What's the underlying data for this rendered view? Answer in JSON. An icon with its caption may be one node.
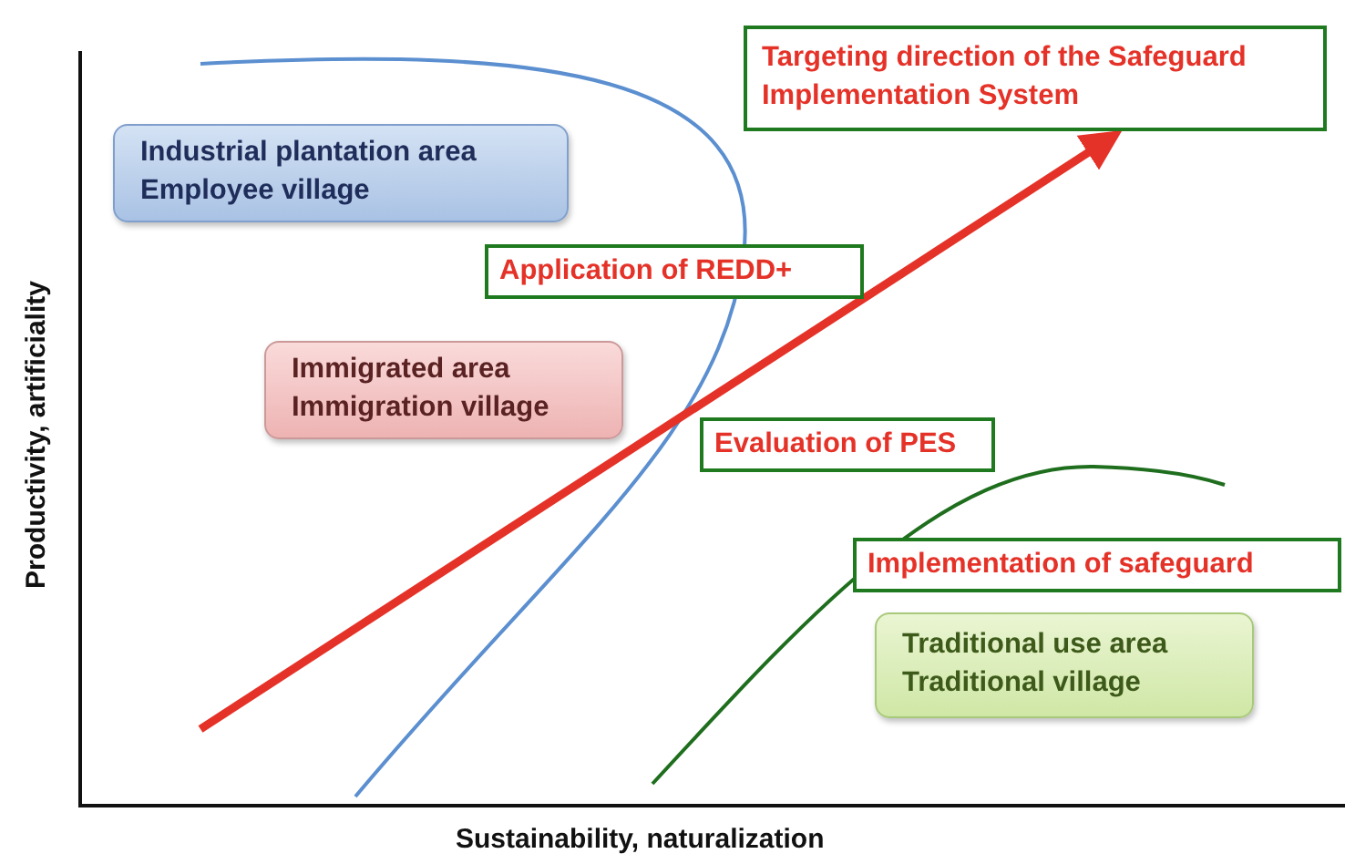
{
  "diagram": {
    "nodes": [
      {
        "text": [
          "Industrial plantation area",
          "Employee village"
        ]
      },
      {
        "text": [
          "Targeting direction of the Safeguard Implementation System"
        ]
      },
      {
        "text": [
          "Application of REDD+"
        ]
      },
      {
        "text": [
          "Immigrated area",
          "Immigration village"
        ]
      },
      {
        "text": [
          "Evaluation of PES"
        ]
      },
      {
        "text": [
          "Implementation of safeguard"
        ]
      },
      {
        "text": [
          "Traditional use area",
          "Traditional village"
        ]
      }
    ],
    "edges": [
      {
        "from": null,
        "to": 1,
        "arrow": "to"
      }
    ],
    "labels": [
      "Productivity, artificiality",
      "Sustainability, naturalization"
    ]
  }
}
